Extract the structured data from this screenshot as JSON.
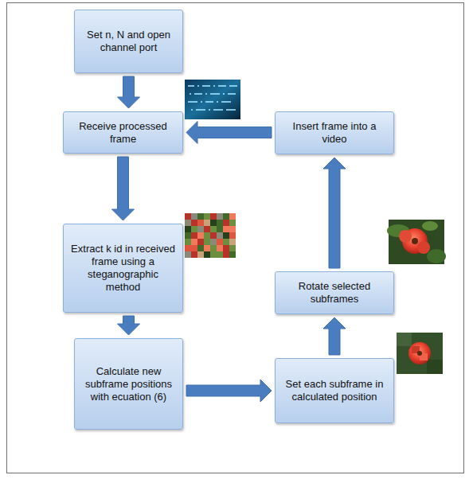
{
  "diagram": {
    "nodes": [
      {
        "text": [
          "Set n, N and open channel port"
        ]
      },
      {
        "text": [
          "Receive processed frame"
        ]
      },
      {
        "text": [
          "Extract k id in received frame using a steganographic method"
        ]
      },
      {
        "text": [
          "Calculate new subframe positions with ecuation (6)"
        ]
      },
      {
        "text": [
          "Set each subframe in calculated position"
        ]
      },
      {
        "text": [
          "Rotate selected subframes"
        ]
      },
      {
        "text": [
          "Insert frame into a video"
        ]
      }
    ],
    "edges": [
      {
        "from": 0,
        "to": 1,
        "arrow": "to"
      },
      {
        "from": 1,
        "to": 2,
        "arrow": "to"
      },
      {
        "from": 2,
        "to": 3,
        "arrow": "to"
      },
      {
        "from": 3,
        "to": 4,
        "arrow": "to"
      },
      {
        "from": 4,
        "to": 5,
        "arrow": "to"
      },
      {
        "from": 5,
        "to": 6,
        "arrow": "to"
      },
      {
        "from": 6,
        "to": 1,
        "arrow": "to"
      }
    ]
  }
}
